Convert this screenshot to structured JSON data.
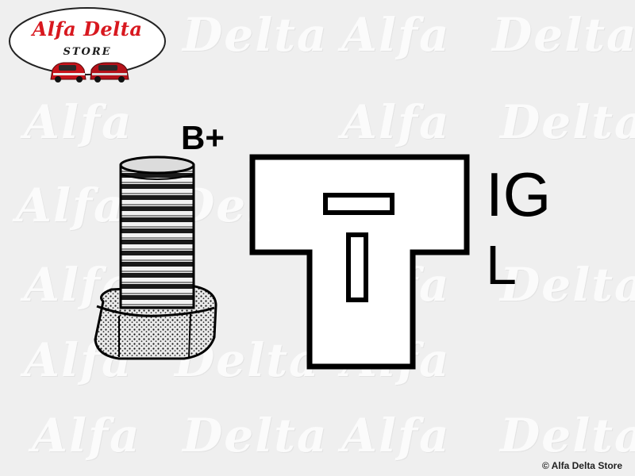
{
  "logo": {
    "title": "Alfa Delta",
    "subtitle": "STORE",
    "brand_color": "#d8181f"
  },
  "diagram": {
    "terminal_battery_label": "B+",
    "terminal_ignition_label": "IG",
    "terminal_lamp_label": "L"
  },
  "watermark": {
    "text_left": "Alfa",
    "text_right": "Delta"
  },
  "footer": {
    "copyright": "© Alfa Delta Store"
  }
}
